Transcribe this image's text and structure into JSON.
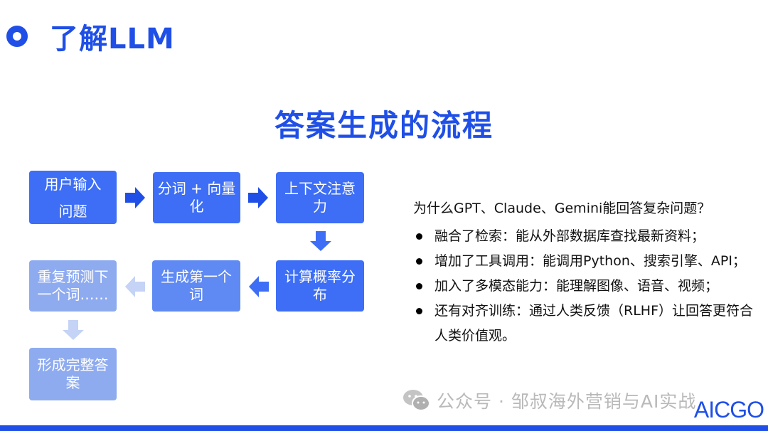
{
  "header": {
    "title": "了解LLM"
  },
  "flow": {
    "heading": "答案生成的流程",
    "steps": [
      "用户输入\n问题",
      "分词 + 向量\n化",
      "上下文注意\n力",
      "计算概率分\n布",
      "生成第一个\n词",
      "重复预测下\n一个词……",
      "形成完整答\n案"
    ]
  },
  "info": {
    "question": "为什么GPT、Claude、Gemini能回答复杂问题？",
    "bullets": [
      "融合了检索：能从外部数据库查找最新资料；",
      "增加了工具调用：能调用Python、搜索引擎、API；",
      "加入了多模态能力：能理解图像、语音、视频；",
      "还有对齐训练：通过人类反馈（RLHF）让回答更符合人类价值观。"
    ]
  },
  "watermark": {
    "text": "公众号 · 邹叔海外营销与AI实战",
    "icon": "wechat-icon"
  },
  "brand": {
    "text": "AICGO"
  },
  "colors": {
    "accent": "#1f4fe6",
    "box_strong": "#3d6ef5",
    "box_mid": "#5f89f3",
    "box_light": "#8eabf0",
    "arrow_faded": "#c4d3f6"
  }
}
